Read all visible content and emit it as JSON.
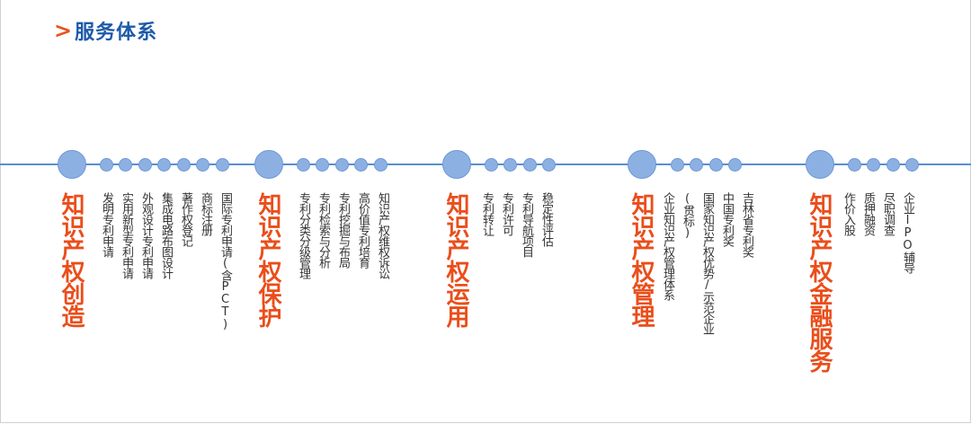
{
  "header": {
    "chevron": ">",
    "title": "服务体系"
  },
  "colors": {
    "accent": "#ea4e1b",
    "title": "#1e5aa8",
    "line": "#5a8dd0",
    "node": "#8db0e3"
  },
  "groups": [
    {
      "category": "知识产权创造",
      "items": [
        [
          "发明专利申请"
        ],
        [
          "实用新型专利申请"
        ],
        [
          "外观设计专利申请"
        ],
        [
          "集成电路布图设计"
        ],
        [
          "著作权登记"
        ],
        [
          "商标注册"
        ],
        [
          "国际专利申请(含PCT)"
        ]
      ]
    },
    {
      "category": "知识产权保护",
      "items": [
        [
          "专利分类分级管理"
        ],
        [
          "专利检索与分析"
        ],
        [
          "专利挖掘与布局"
        ],
        [
          "高价值专利培育"
        ],
        [
          "知识产权维权诉讼"
        ]
      ]
    },
    {
      "category": "知识产权运用",
      "items": [
        [
          "专利转让"
        ],
        [
          "专利许可"
        ],
        [
          "专利导航项目"
        ],
        [
          "稳定性评估"
        ]
      ]
    },
    {
      "category": "知识产权管理",
      "items": [
        [
          "企业知识产权管理体系",
          "(贯标)"
        ],
        [
          "国家知识产权优势/示范企业"
        ],
        [
          "中国专利奖"
        ],
        [
          "吉林省专利奖"
        ]
      ]
    },
    {
      "category": "知识产权金融服务",
      "items": [
        [
          "作价入股"
        ],
        [
          "质押融资"
        ],
        [
          "尽职调查"
        ],
        [
          "企业IPO辅导"
        ]
      ]
    }
  ]
}
